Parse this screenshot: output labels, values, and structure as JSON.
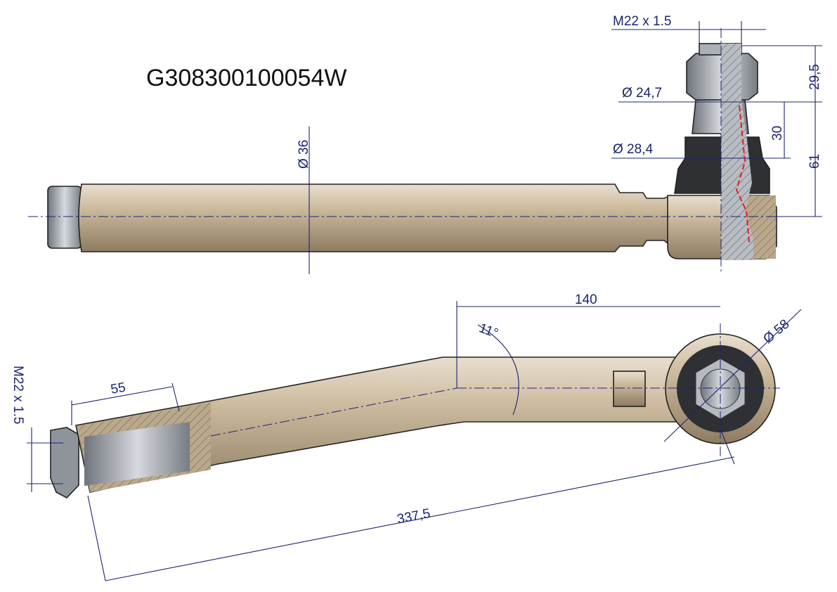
{
  "part_number": "G308300100054W",
  "dimensions": {
    "top_thread": "M22 x 1.5",
    "stud_height": "29,5",
    "taper_diameter": "Ø 24,7",
    "taper_length": "30",
    "boot_diameter": "Ø 28,4",
    "total_stud_height": "61",
    "rod_diameter": "Ø 36",
    "offset_length": "140",
    "bend_angle": "11°",
    "eye_diameter": "Ø 58",
    "thread_length": "55",
    "side_thread": "M22 x 1.5",
    "overall_length": "337,5"
  },
  "colors": {
    "dimension": "#1c2470",
    "rod": "#c9b89c",
    "boot": "#2e3034",
    "metal": "#9ea4ad"
  }
}
